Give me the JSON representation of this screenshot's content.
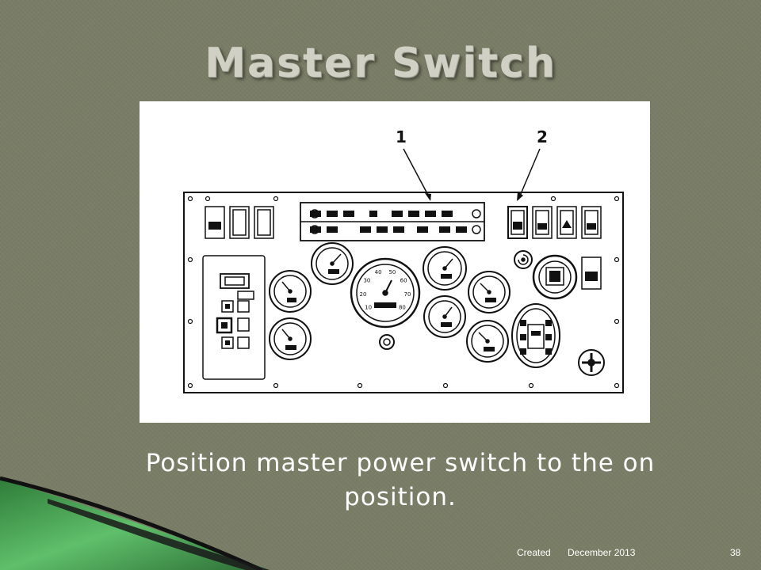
{
  "slide": {
    "title": "Master Switch",
    "body": "Position master power switch to the on position."
  },
  "figure": {
    "callout_1": "1",
    "callout_2": "2",
    "speedometer_ticks": [
      "10",
      "20",
      "30",
      "40",
      "50",
      "60",
      "70",
      "80"
    ]
  },
  "footer": {
    "created_label": "Created",
    "date": "December 2013",
    "page_number": "38"
  },
  "colors": {
    "background": "#7a7d66",
    "title": "#d0d1c4",
    "body_text": "#ffffff",
    "decor_green": "#3f9a4a"
  }
}
